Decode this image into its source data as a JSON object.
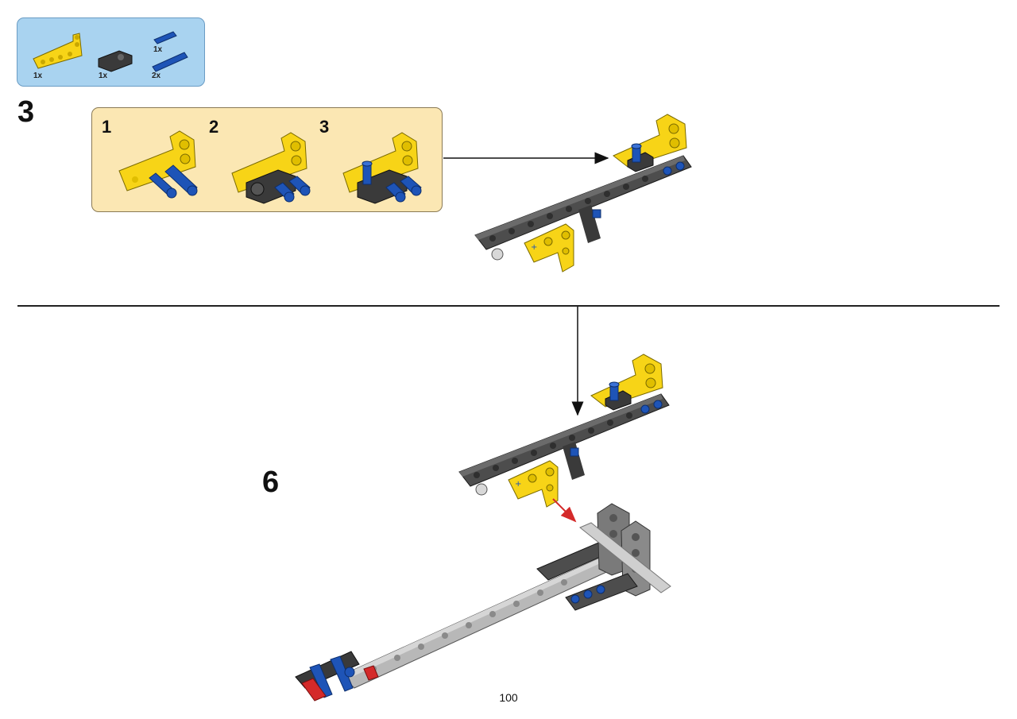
{
  "parts_list": {
    "items": [
      {
        "part": "yellow-bent-beam",
        "qty": "1x"
      },
      {
        "part": "black-connector",
        "qty": "1x"
      },
      {
        "part": "blue-short-pin",
        "qty": "1x"
      },
      {
        "part": "blue-long-pin",
        "qty": "2x"
      }
    ]
  },
  "step_upper": {
    "number": "3",
    "substeps": [
      "1",
      "2",
      "3"
    ]
  },
  "step_lower": {
    "number": "6"
  },
  "page": {
    "number": "100"
  },
  "colors": {
    "parts_box_bg": "#a9d3f0",
    "substep_box_bg": "#fbe7b3",
    "beam_dark": "#4d4d4d",
    "beam_light": "#9a9a9a",
    "yellow": "#f7d417",
    "blue": "#1e54b7",
    "red": "#d42a2a"
  }
}
